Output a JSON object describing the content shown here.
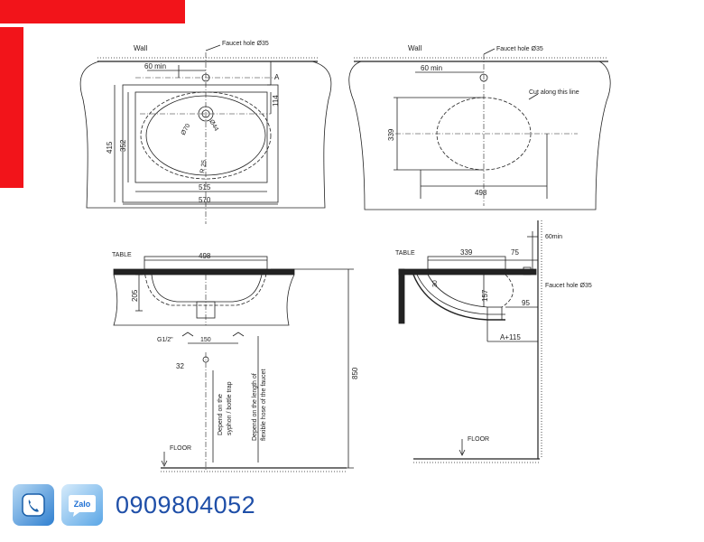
{
  "views": {
    "top_left": {
      "wall": "Wall",
      "faucet_hole": "Faucet hole Ø35",
      "min_60": "60 min",
      "a": "A",
      "d114": "114",
      "d415": "415",
      "d352": "352",
      "phi70": "Ø70",
      "phi44": "Ø44",
      "r25": "R 25",
      "d515": "515",
      "d570": "570"
    },
    "top_right": {
      "wall": "Wall",
      "faucet_hole": "Faucet hole Ø35",
      "min_60": "60 min",
      "cut_line": "Cut along this line",
      "d339": "339",
      "d498": "498"
    },
    "bottom_left": {
      "table": "TABLE",
      "d498": "498",
      "d205": "205",
      "g12": "G1/2\"",
      "d150": "150",
      "d32": "32",
      "d850": "850",
      "siphon_note_1": "Depend on the",
      "siphon_note_2": "syphon / bottle trap",
      "faucet_note_1": "Depend on the length of",
      "faucet_note_2": "flexible hose of the faucet",
      "floor": "FLOOR"
    },
    "bottom_right": {
      "table": "TABLE",
      "d339": "339",
      "d75": "75",
      "min_60": "60min",
      "faucet_hole": "Faucet hole Ø35",
      "d157": "157",
      "d95": "95",
      "d30": "30",
      "a115": "A+115",
      "floor": "FLOOR"
    }
  },
  "contact": {
    "phone_icon": "phone-icon",
    "zalo_icon": "zalo-icon",
    "zalo_label": "Zalo",
    "phone_number": "0909804052"
  },
  "colors": {
    "accent_red": "#f2141a",
    "phone_blue": "#1f4fa8",
    "line": "#222222"
  }
}
